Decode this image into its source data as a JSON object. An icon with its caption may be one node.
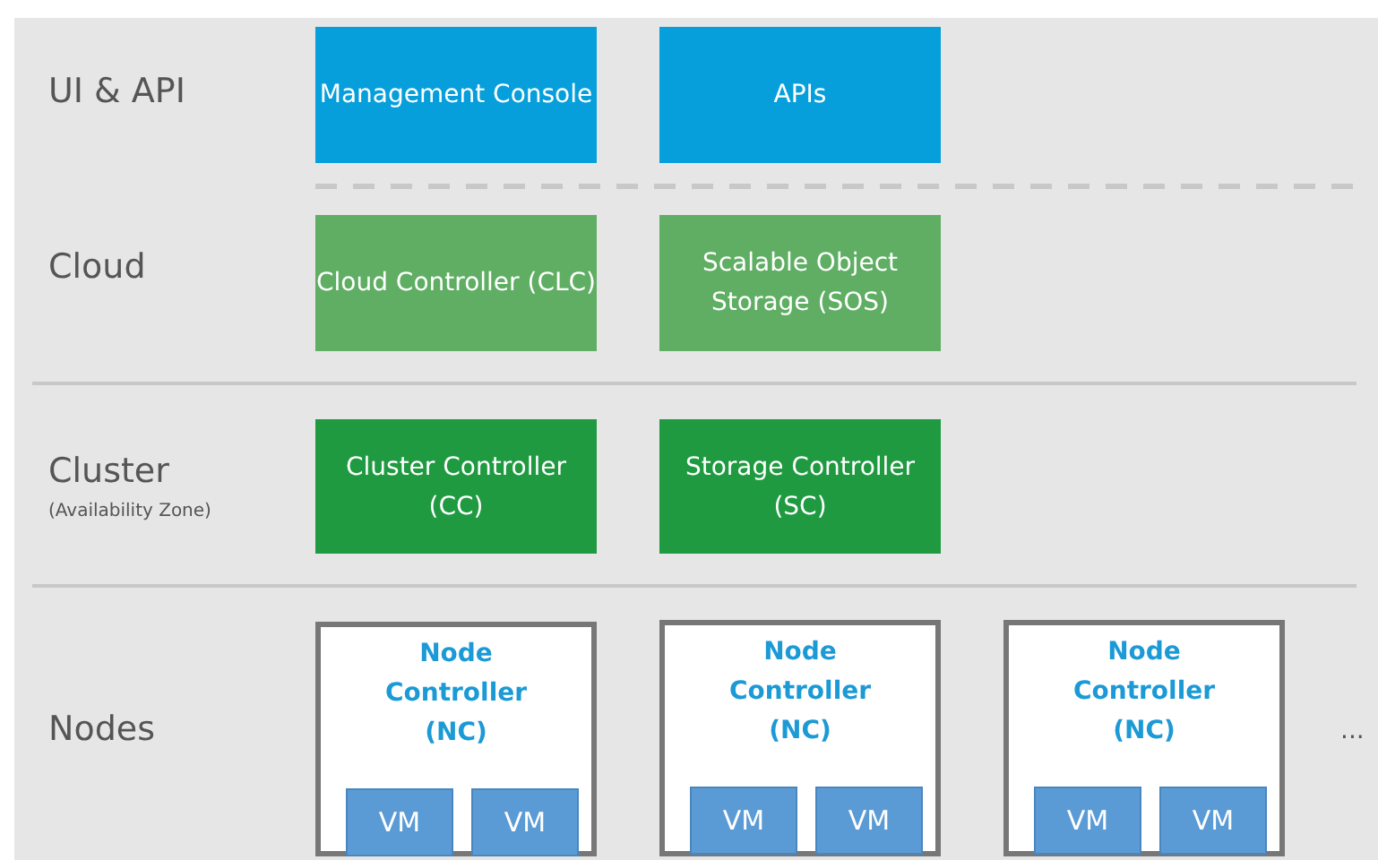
{
  "diagram": {
    "nodes": [
      {
        "text": [
          "Management Console"
        ]
      },
      {
        "text": [
          "APIs"
        ]
      },
      {
        "text": [
          "Cloud Controller (CLC)"
        ]
      },
      {
        "text": [
          "Scalable Object Storage (SOS)"
        ]
      },
      {
        "text": [
          "Cluster Controller (CC)"
        ]
      },
      {
        "text": [
          "Storage Controller (SC)"
        ]
      },
      {
        "text": [
          "Node Controller (NC)"
        ]
      },
      {
        "text": [
          "VM"
        ],
        "in": 6
      },
      {
        "text": [
          "VM"
        ],
        "in": 6
      },
      {
        "text": [
          "Node Controller (NC)"
        ]
      },
      {
        "text": [
          "VM"
        ],
        "in": 9
      },
      {
        "text": [
          "VM"
        ],
        "in": 9
      },
      {
        "text": [
          "Node Controller (NC)"
        ]
      },
      {
        "text": [
          "VM"
        ],
        "in": 12
      },
      {
        "text": [
          "VM"
        ],
        "in": 12
      }
    ],
    "labels": [
      "UI & API",
      "Cloud",
      "Cluster",
      "(Availability Zone)",
      "Nodes",
      "..."
    ]
  }
}
